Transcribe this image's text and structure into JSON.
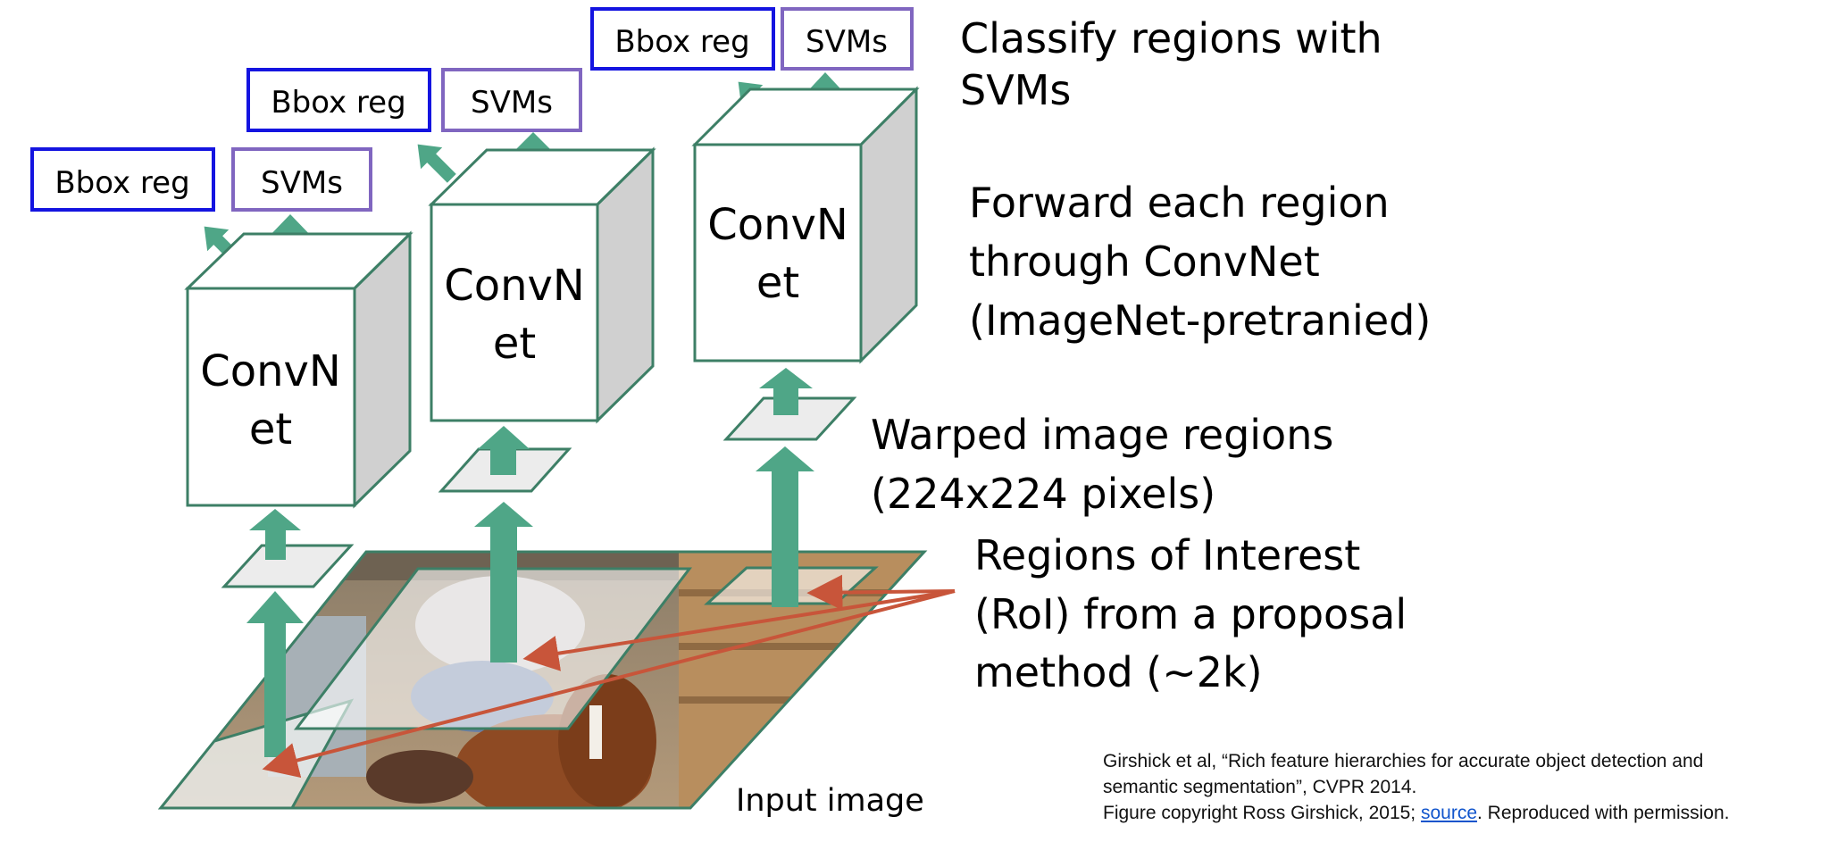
{
  "pipeline": {
    "output_heads": {
      "bbox_label": "Bbox reg",
      "svm_label": "SVMs"
    },
    "convnet_label_line1": "ConvN",
    "convnet_label_line2": "et",
    "input_label": "Input image",
    "steps": {
      "classify": [
        "Classify regions with",
        "SVMs"
      ],
      "forward": [
        "Forward each region",
        "through ConvNet",
        "(ImageNet-pretranied)"
      ],
      "warped": [
        "Warped image regions",
        "(224x224 pixels)"
      ],
      "roi": [
        "Regions of Interest",
        "(RoI) from a proposal",
        "method (~2k)"
      ]
    }
  },
  "citation": {
    "line1": "Girshick et al, “Rich feature hierarchies for accurate object detection and",
    "line2": "semantic segmentation”, CVPR 2014.",
    "line3_prefix": "Figure copyright Ross Girshick, 2015; ",
    "link_text": "source",
    "line3_suffix": ". Reproduced with permission."
  },
  "colors": {
    "arrow_green": "#4fa687",
    "box_outline": "#3d7f66",
    "bbox_border": "#1414e0",
    "svm_border": "#8066c0",
    "roi_arrow": "#c8553a",
    "cube_side": "#d0d0d0"
  }
}
